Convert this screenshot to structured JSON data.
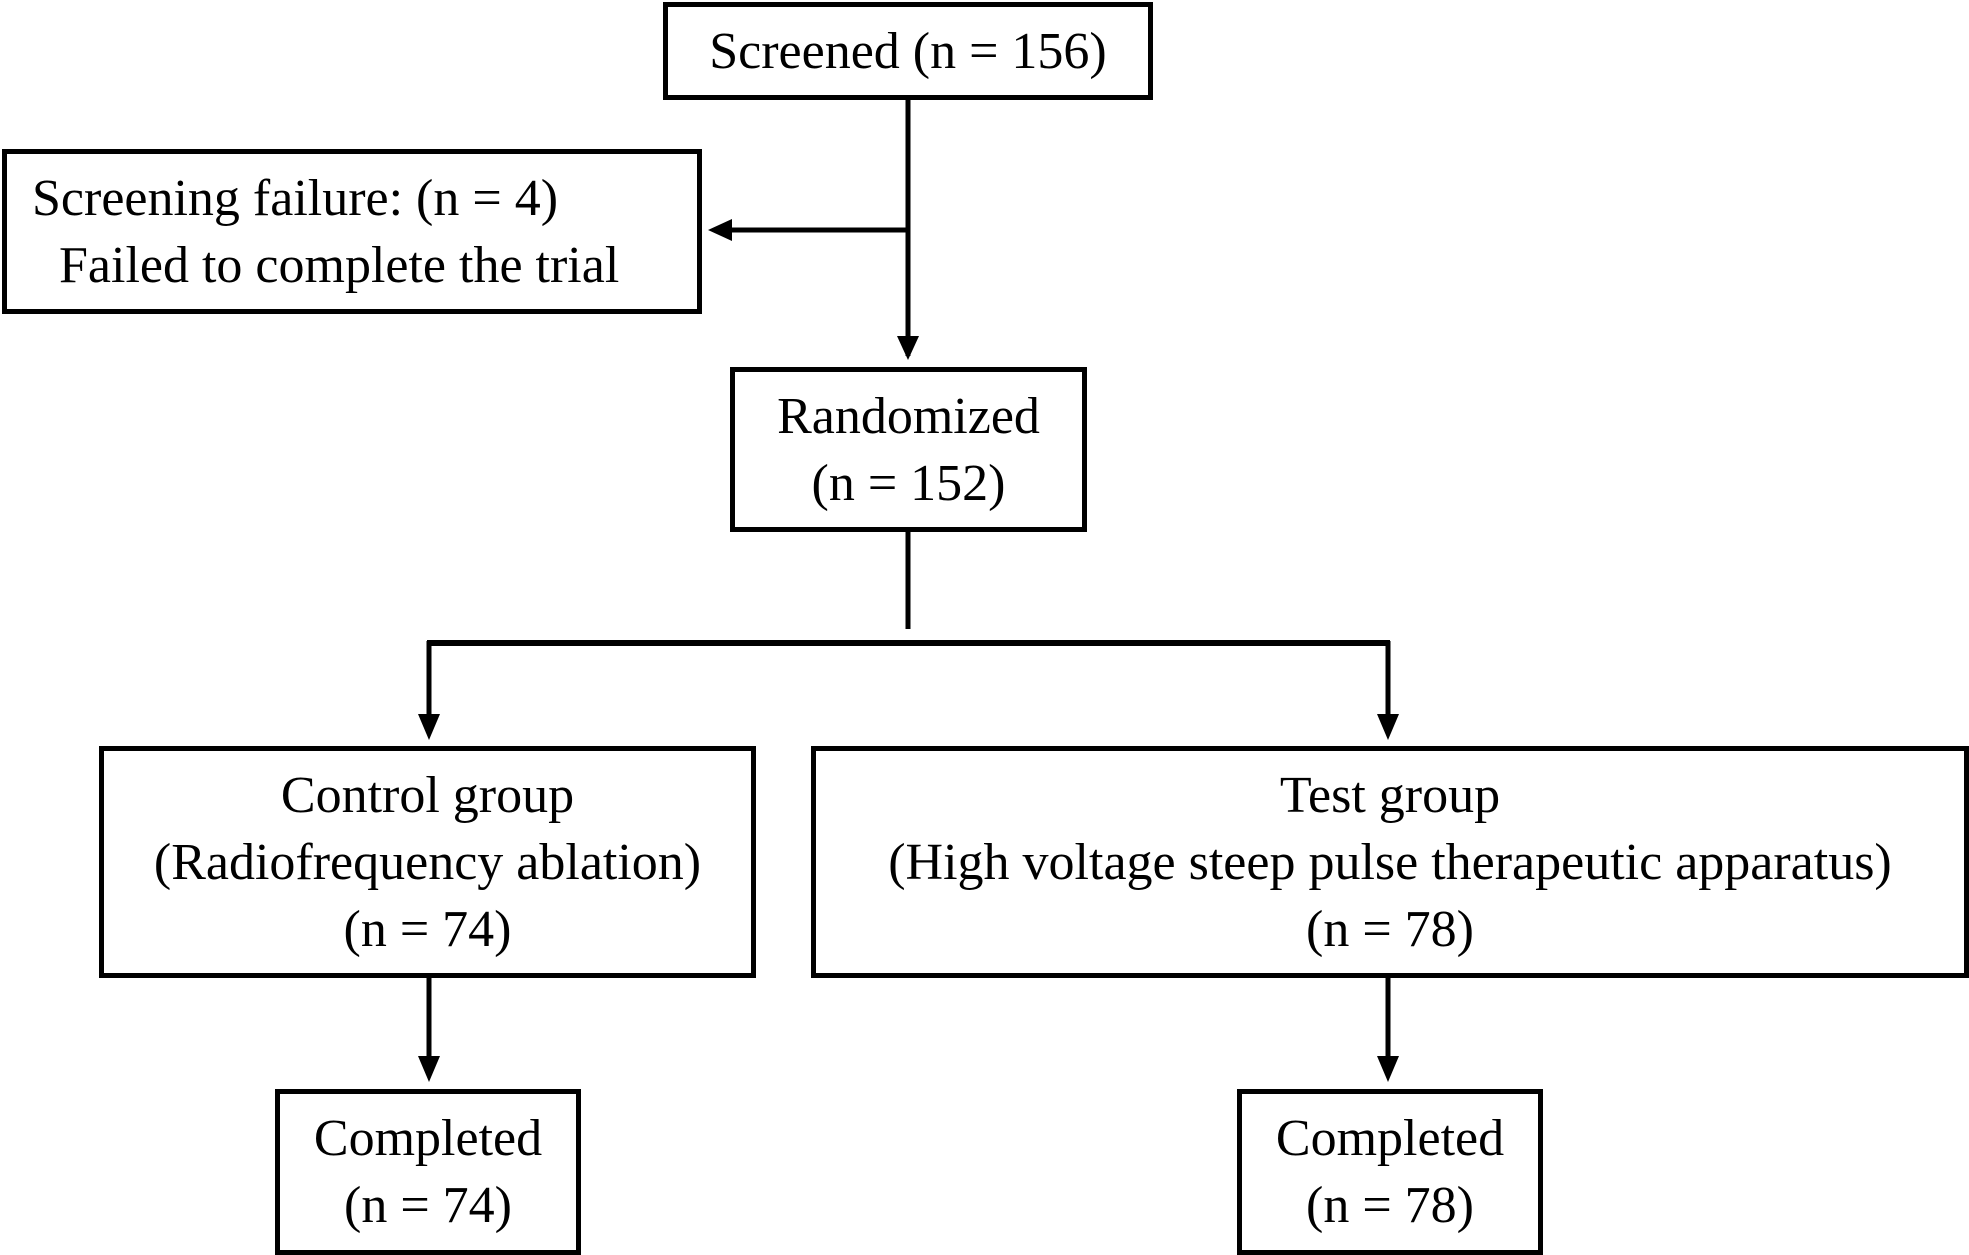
{
  "nodes": {
    "screened": {
      "lines": [
        "Screened (n = 156)"
      ]
    },
    "screening_failure": {
      "lines": [
        "Screening failure: (n = 4)",
        "Failed to complete the trial"
      ]
    },
    "randomized": {
      "lines": [
        "Randomized",
        "(n = 152)"
      ]
    },
    "control_group": {
      "lines": [
        "Control group",
        "(Radiofrequency ablation)",
        "(n = 74)"
      ]
    },
    "test_group": {
      "lines": [
        "Test group",
        "(High voltage steep pulse therapeutic apparatus)",
        "(n = 78)"
      ]
    },
    "completed_control": {
      "lines": [
        "Completed",
        "(n = 74)"
      ]
    },
    "completed_test": {
      "lines": [
        "Completed",
        "(n = 78)"
      ]
    }
  },
  "edges": [
    {
      "from": "screened",
      "to": "screening_failure"
    },
    {
      "from": "screened",
      "to": "randomized"
    },
    {
      "from": "randomized",
      "to": "control_group"
    },
    {
      "from": "randomized",
      "to": "test_group"
    },
    {
      "from": "control_group",
      "to": "completed_control"
    },
    {
      "from": "test_group",
      "to": "completed_test"
    }
  ],
  "colors": {
    "stroke": "#000000",
    "background": "#ffffff"
  }
}
